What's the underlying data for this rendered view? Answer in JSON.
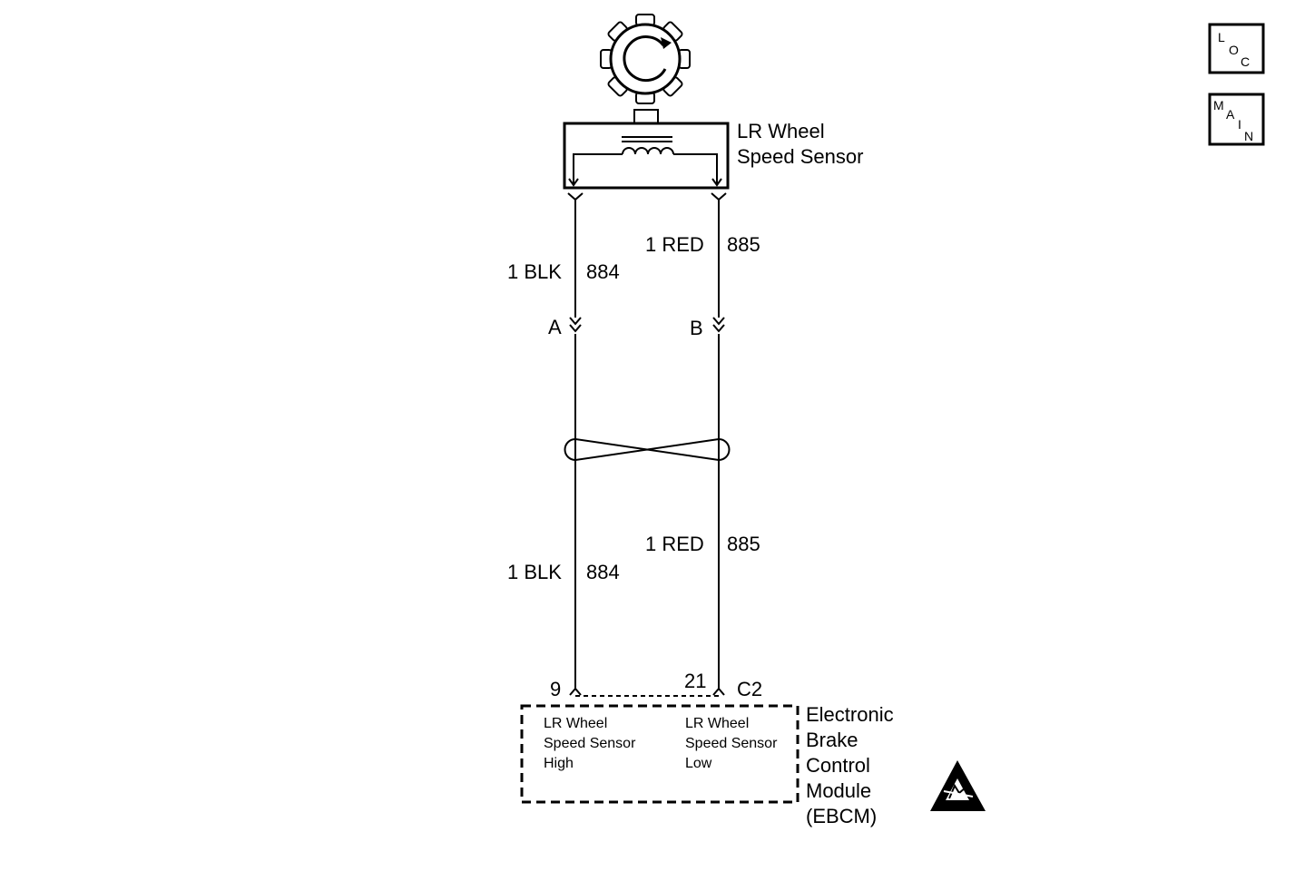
{
  "sensor": {
    "name_line1": "LR Wheel",
    "name_line2": "Speed Sensor"
  },
  "wires": [
    {
      "size_color": "1 BLK",
      "circuit": "884"
    },
    {
      "size_color": "1 RED",
      "circuit": "885"
    }
  ],
  "connector": {
    "pin_a": "A",
    "pin_b": "B"
  },
  "module": {
    "pin_high": "9",
    "pin_low": "21",
    "connector_id": "C2",
    "name_lines": [
      "Electronic",
      "Brake",
      "Control",
      "Module",
      "(EBCM)"
    ],
    "high_label": [
      "LR Wheel",
      "Speed Sensor",
      "High"
    ],
    "low_label": [
      "LR Wheel",
      "Speed Sensor",
      "Low"
    ]
  },
  "nav_buttons": {
    "loc": [
      "L",
      "O",
      "C"
    ],
    "main": [
      "M",
      "A",
      "I",
      "N"
    ]
  },
  "icons": {
    "tone_wheel": "tone-wheel-icon",
    "coil": "coil-icon",
    "twisted_pair": "twisted-pair-icon",
    "esd": "esd-warning-icon"
  }
}
